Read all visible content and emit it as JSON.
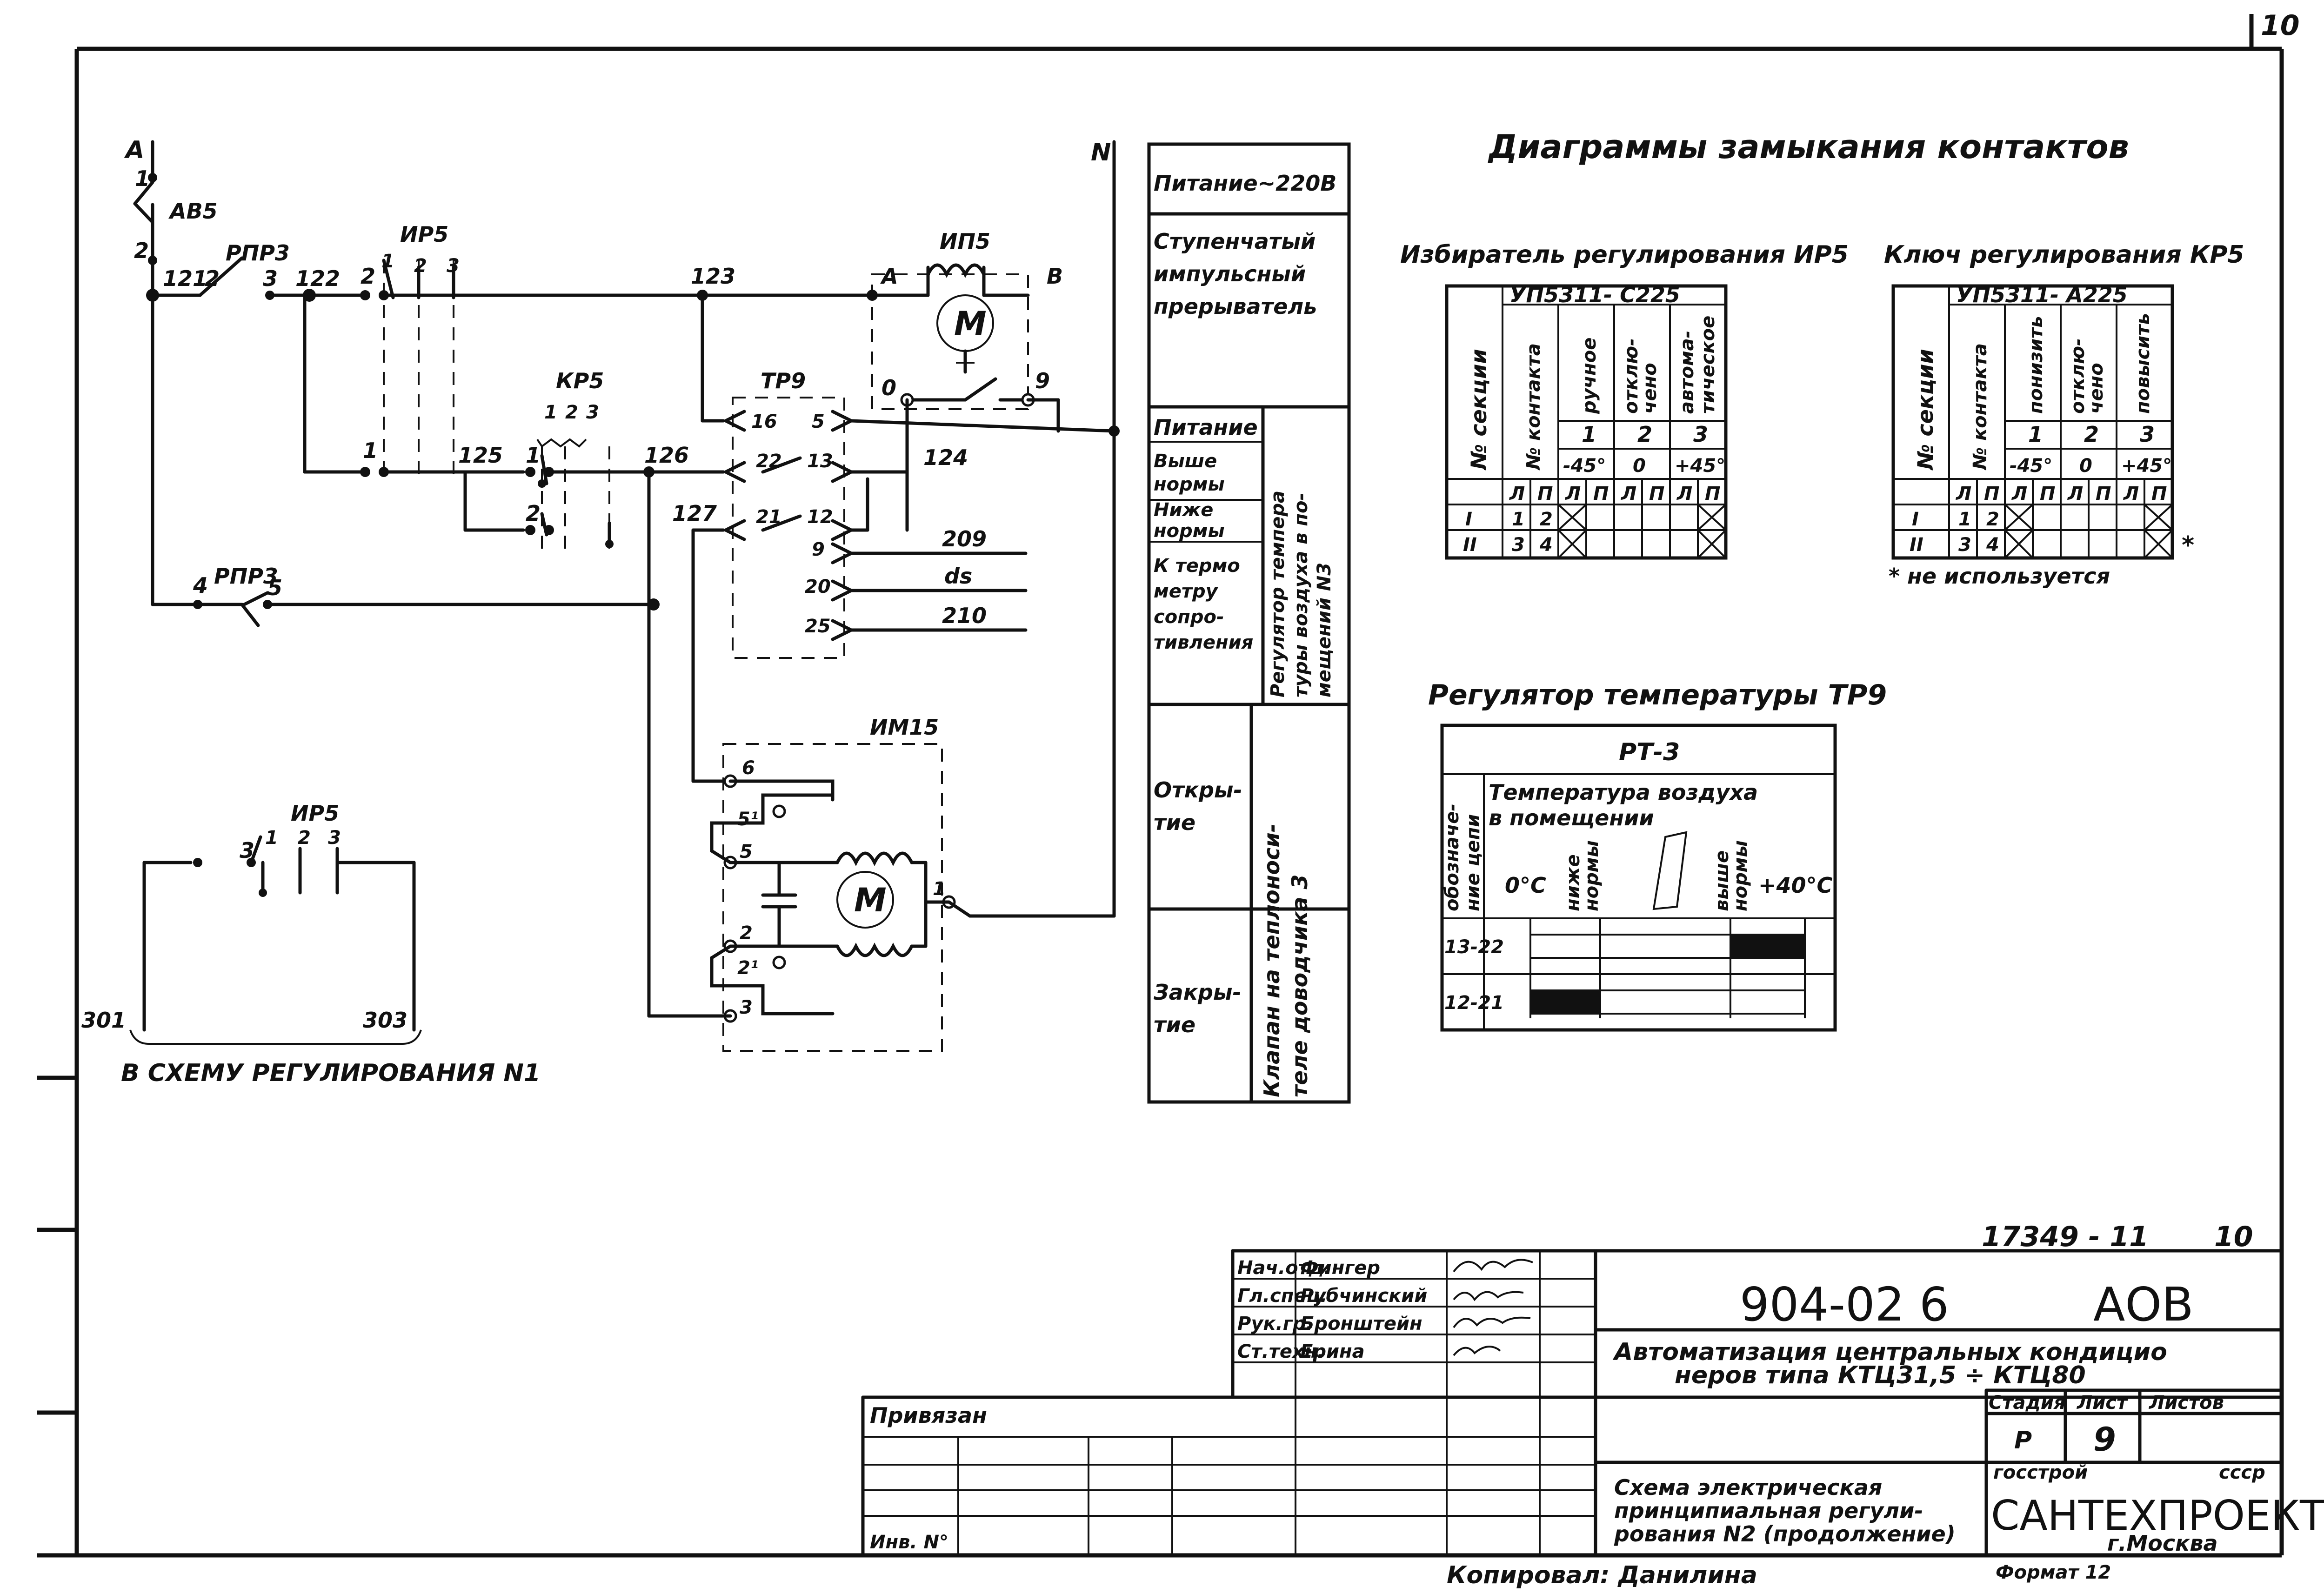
{
  "sheet": {
    "corner_number": "10",
    "stamp_code": "17349 - 11",
    "stamp_sheet_number": "10"
  },
  "schematic": {
    "bus_a": "А",
    "bus_n": "N",
    "ab5": {
      "name": "АВ5",
      "pin1": "1",
      "pin2": "2"
    },
    "rpr3_top": {
      "name": "РПР3",
      "pin_a": "2",
      "pin_b": "3"
    },
    "rpr3_bottom": {
      "name": "РПР3",
      "pin_a": "4",
      "pin_b": "5"
    },
    "wires": [
      "121",
      "122",
      "123",
      "125",
      "126",
      "127",
      "124",
      "209",
      "ds",
      "210"
    ],
    "ip5_selector": {
      "name": "ИР5",
      "contacts": [
        "1",
        "2",
        "3"
      ],
      "row_a": "2",
      "row_b": "1"
    },
    "kp5": {
      "name": "КР5",
      "contacts": [
        "1",
        "2",
        "3"
      ],
      "row_a": "1",
      "row_b": "2"
    },
    "motor_ip5": {
      "name": "ИП5",
      "symbol": "M",
      "pin_a": "А",
      "pin_b": "В",
      "pin_c": "0",
      "pin_d": "9"
    },
    "tr9": {
      "name": "ТР9",
      "left_pins": [
        "16",
        "22",
        "21"
      ],
      "right_pins": [
        "5",
        "13",
        "12",
        "9",
        "20",
        "25"
      ]
    },
    "im15": {
      "name": "ИМ15",
      "symbol": "M",
      "pins": [
        "6",
        "5¹",
        "5",
        "2",
        "2¹",
        "3",
        "1"
      ]
    },
    "ip5_bottom": {
      "name": "ИР5",
      "contacts": [
        "1",
        "2",
        "3"
      ],
      "pin": "3",
      "wire_left": "301",
      "wire_right": "303",
      "caption": "В СХЕМУ РЕГУЛИРОВАНИЯ N1"
    }
  },
  "legend": {
    "supply": "Питание~220В",
    "interrupter": [
      "Ступенчатый",
      "импульсный",
      "прерыватель"
    ],
    "power": "Питание",
    "above_norm": [
      "Выше",
      "нормы"
    ],
    "below_norm": [
      "Ниже",
      "нормы"
    ],
    "to_thermometer": [
      "К термо",
      "метру",
      "сопро-",
      "тивления"
    ],
    "regulator_vertical": [
      "Регулятор темпера",
      "туры воздуха в по-",
      "мещений N3"
    ],
    "opening": [
      "Откры-",
      "тие"
    ],
    "closing": [
      "Закры-",
      "тие"
    ],
    "valve_vertical": [
      "Клапан на теплоноси-",
      "теле доводчика 3"
    ]
  },
  "diagrams": {
    "title": "Диаграммы замыкания контактов",
    "selector": {
      "title": "Избиратель регулирования ИР5",
      "model": "УП5311- С225",
      "col_section": "№ секции",
      "col_contact": "№ контакта",
      "mode_headers": [
        [
          "ручное"
        ],
        [
          "отклю-",
          "чено"
        ],
        [
          "автома-",
          "тическое"
        ]
      ],
      "positions": [
        "1",
        "2",
        "3"
      ],
      "angles": [
        "-45°",
        "0",
        "+45°"
      ],
      "lp": [
        "Л",
        "П"
      ],
      "rows": [
        {
          "section": "I",
          "c1": "1",
          "c2": "2"
        },
        {
          "section": "II",
          "c1": "3",
          "c2": "4"
        }
      ]
    },
    "key": {
      "title": "Ключ регулирования КР5",
      "model": "УП5311- А225",
      "col_section": "№ секции",
      "col_contact": "№ контакта",
      "mode_headers": [
        [
          "понизить"
        ],
        [
          "отклю-",
          "чено"
        ],
        [
          "повысить"
        ]
      ],
      "positions": [
        "1",
        "2",
        "3"
      ],
      "angles": [
        "-45°",
        "0",
        "+45°"
      ],
      "lp": [
        "Л",
        "П"
      ],
      "rows": [
        {
          "section": "I",
          "c1": "1",
          "c2": "2"
        },
        {
          "section": "II",
          "c1": "3",
          "c2": "4"
        }
      ],
      "asterisk": "*",
      "note": "* не используется"
    },
    "regulator": {
      "title": "Регулятор температуры ТР9",
      "model": "РТ-3",
      "col_circuit": [
        "обозначе-",
        "ние цепи"
      ],
      "air_temp": [
        "Температура воздуха",
        "в помещении"
      ],
      "t_min": "0°С",
      "below": [
        "ниже",
        "нормы"
      ],
      "above": [
        "выше",
        "нормы"
      ],
      "t_max": "+40°С",
      "rows": [
        {
          "circuit": "13-22",
          "closed_zone": "above"
        },
        {
          "circuit": "12-21",
          "closed_zone": "below"
        }
      ]
    }
  },
  "title_block": {
    "staff": [
      {
        "role": "Нач.отд.",
        "name": "Фингер"
      },
      {
        "role": "Гл.спец.",
        "name": "Рубчинский"
      },
      {
        "role": "Рук.гр.",
        "name": "Бронштейн"
      },
      {
        "role": "Ст.техн.",
        "name": "Ерина"
      }
    ],
    "bound_label": "Привязан",
    "inv_label": "Инв. N°",
    "project_code": "904-02 6",
    "doc_mark": "АОВ",
    "project_title": [
      "Автоматизация центральных кондицио",
      "неров типа КТЦ31,5 ÷ КТЦ80"
    ],
    "stage_label": "Стадия",
    "sheet_label": "Лист",
    "sheets_label": "Листов",
    "stage": "Р",
    "sheet": "9",
    "drawing_title": [
      "Схема электрическая",
      "принципиальная регули-",
      "рования N2 (продолжение)"
    ],
    "org_top_left": "госстрой",
    "org_top_right": "ссср",
    "org": "САНТЕХПРОЕКТ",
    "city": "г.Москва",
    "copied_by": "Копировал: Данилина",
    "format": "Формат 12"
  }
}
